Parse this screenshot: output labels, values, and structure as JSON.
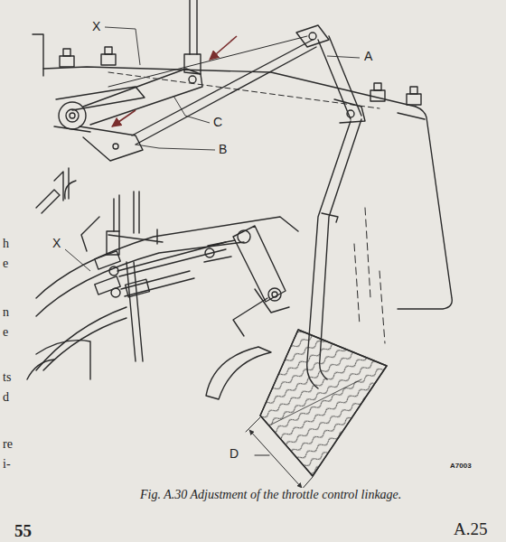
{
  "diagram": {
    "caption": "Fig. A.30 Adjustment of the throttle control linkage.",
    "labels": [
      "X",
      "A",
      "C",
      "B",
      "X",
      "D",
      "A7003",
      "55",
      "A.25",
      "h",
      "e",
      "n",
      "e",
      "ts",
      "d",
      "re",
      "i-"
    ]
  }
}
